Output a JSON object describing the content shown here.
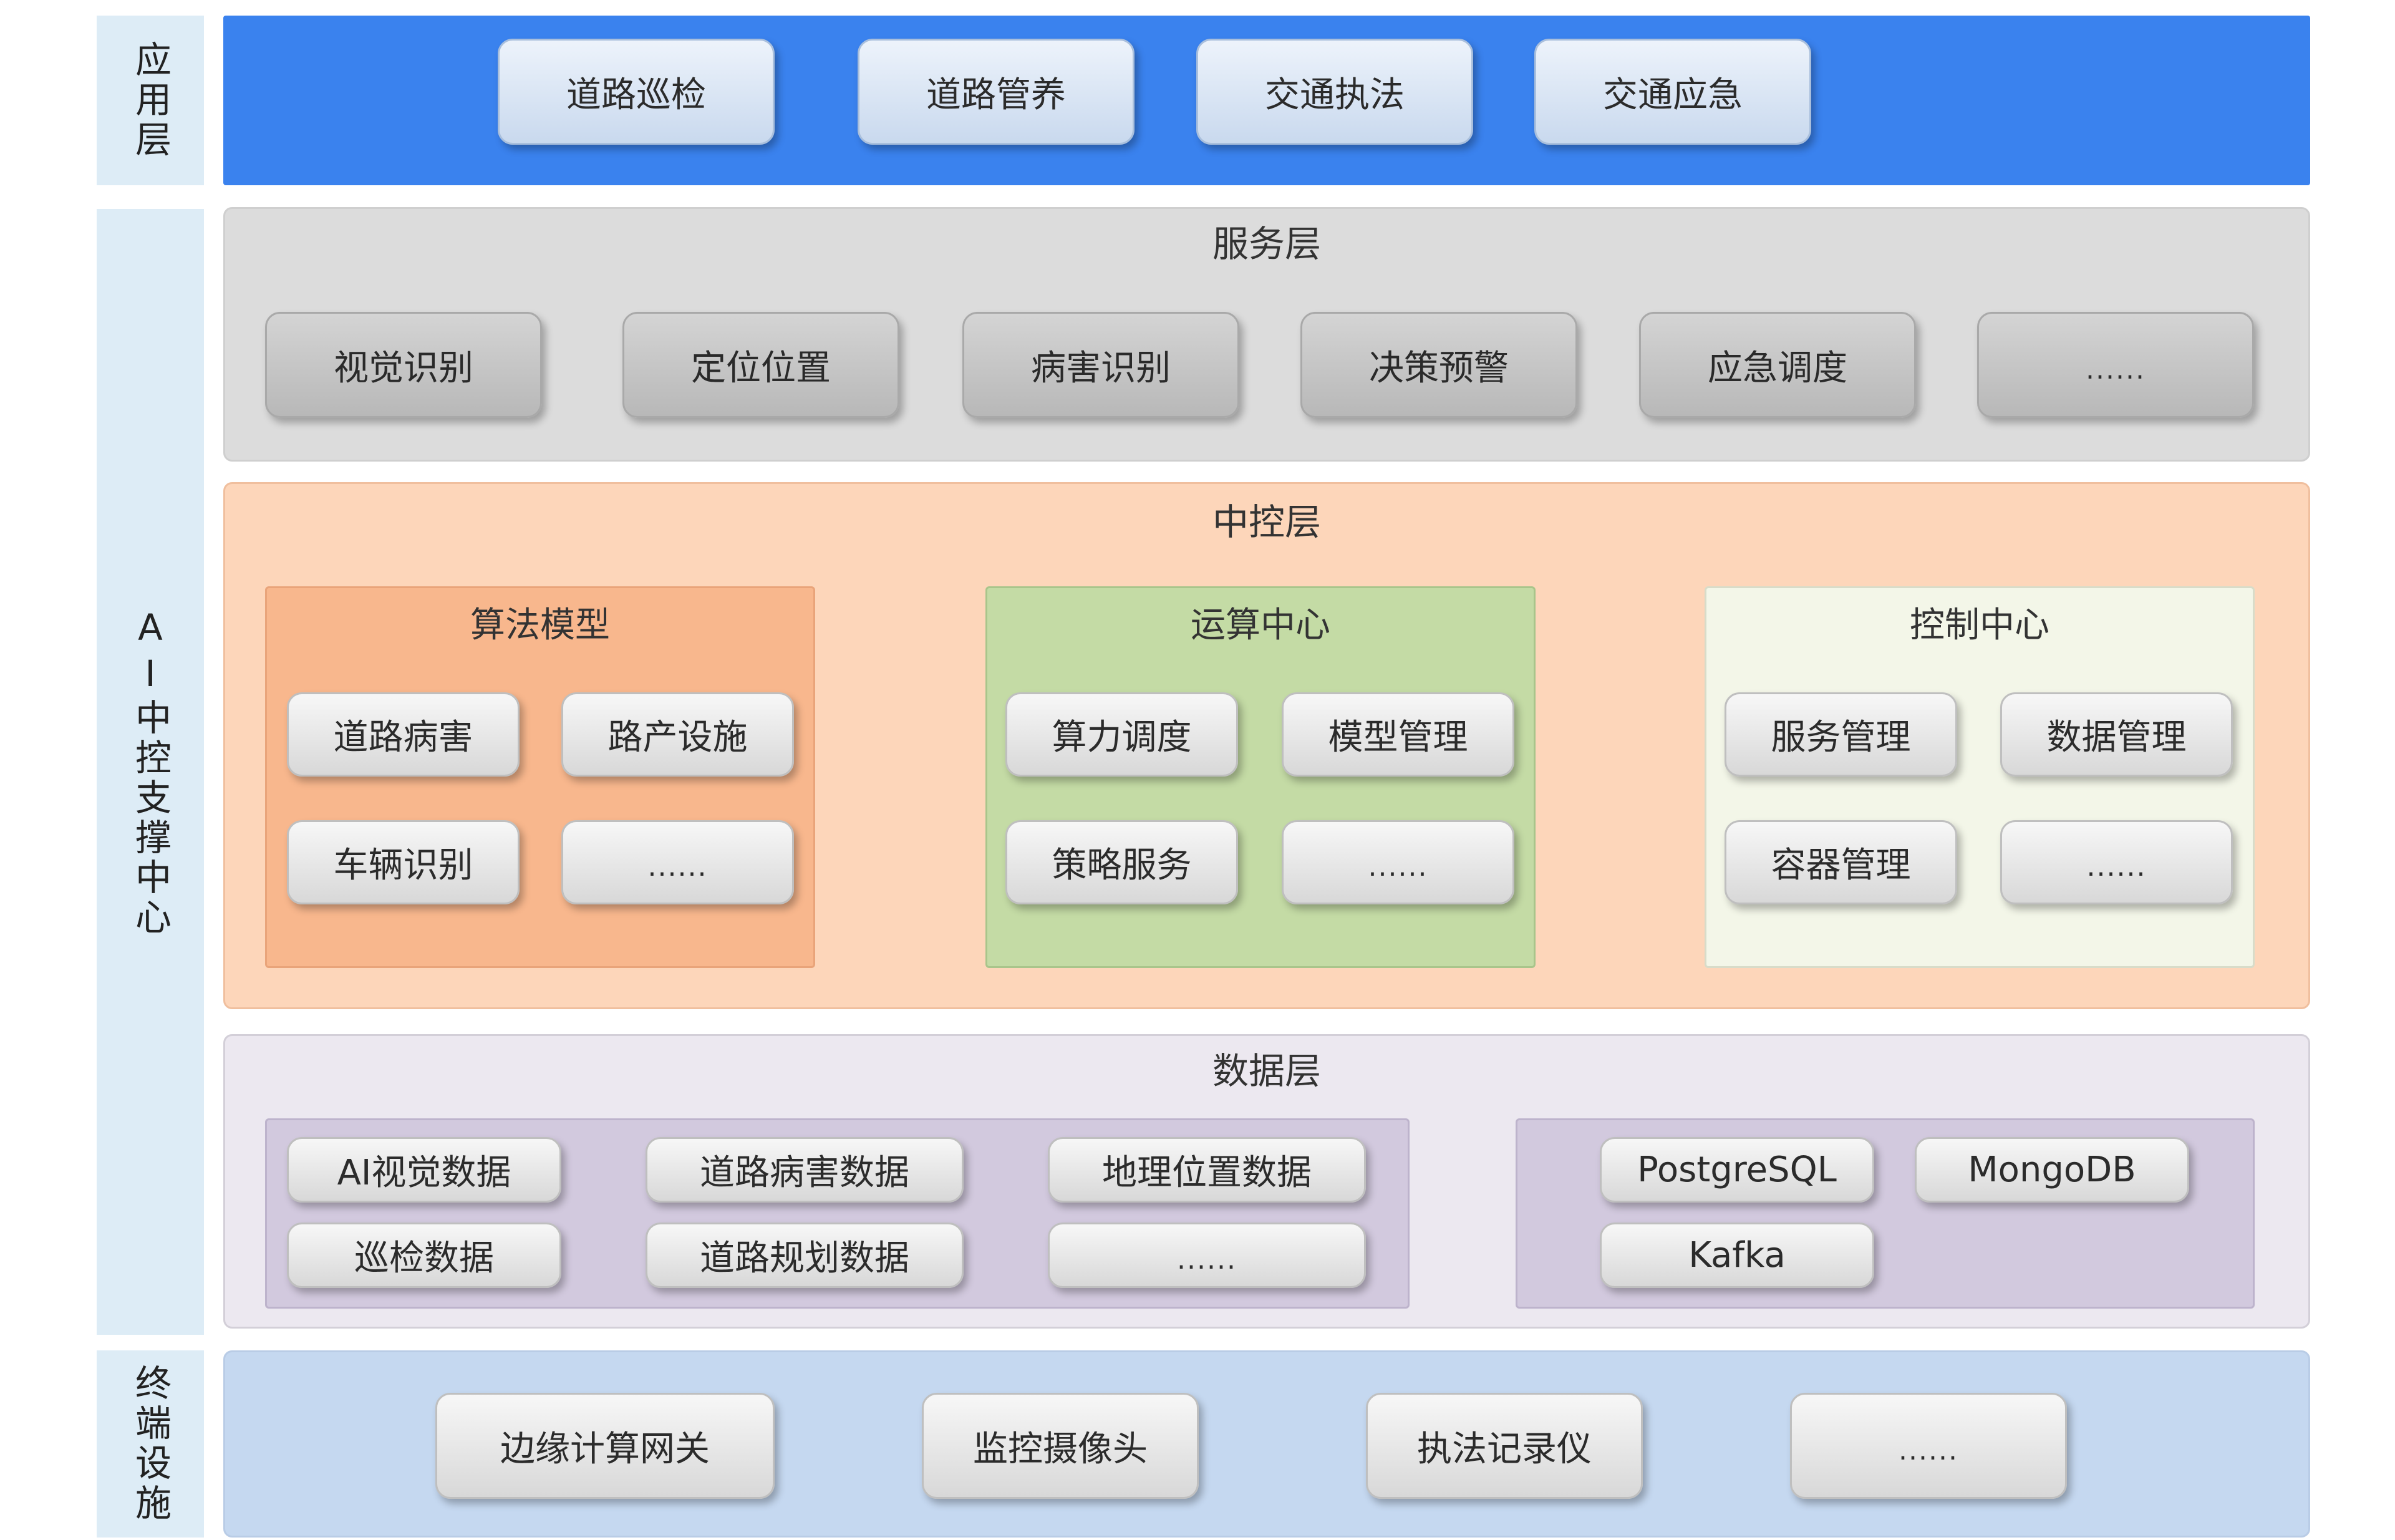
{
  "side_labels": {
    "application": "应用层",
    "ai_center": "AI中控支撑中心",
    "terminal": "终端设施"
  },
  "app_layer": {
    "items": [
      "道路巡检",
      "道路管养",
      "交通执法",
      "交通应急"
    ]
  },
  "service_layer": {
    "title": "服务层",
    "items": [
      "视觉识别",
      "定位位置",
      "病害识别",
      "决策预警",
      "应急调度",
      "......"
    ]
  },
  "control_layer": {
    "title": "中控层",
    "algorithm": {
      "title": "算法模型",
      "items": [
        "道路病害",
        "路产设施",
        "车辆识别",
        "......"
      ]
    },
    "compute": {
      "title": "运算中心",
      "items": [
        "算力调度",
        "模型管理",
        "策略服务",
        "......"
      ]
    },
    "control": {
      "title": "控制中心",
      "items": [
        "服务管理",
        "数据管理",
        "容器管理",
        "......"
      ]
    }
  },
  "data_layer": {
    "title": "数据层",
    "datasets": [
      "AI视觉数据",
      "道路病害数据",
      "地理位置数据",
      "巡检数据",
      "道路规划数据",
      "......"
    ],
    "stores": [
      "PostgreSQL",
      "MongoDB",
      "Kafka"
    ]
  },
  "terminal_layer": {
    "items": [
      "边缘计算网关",
      "监控摄像头",
      "执法记录仪",
      "......"
    ]
  }
}
